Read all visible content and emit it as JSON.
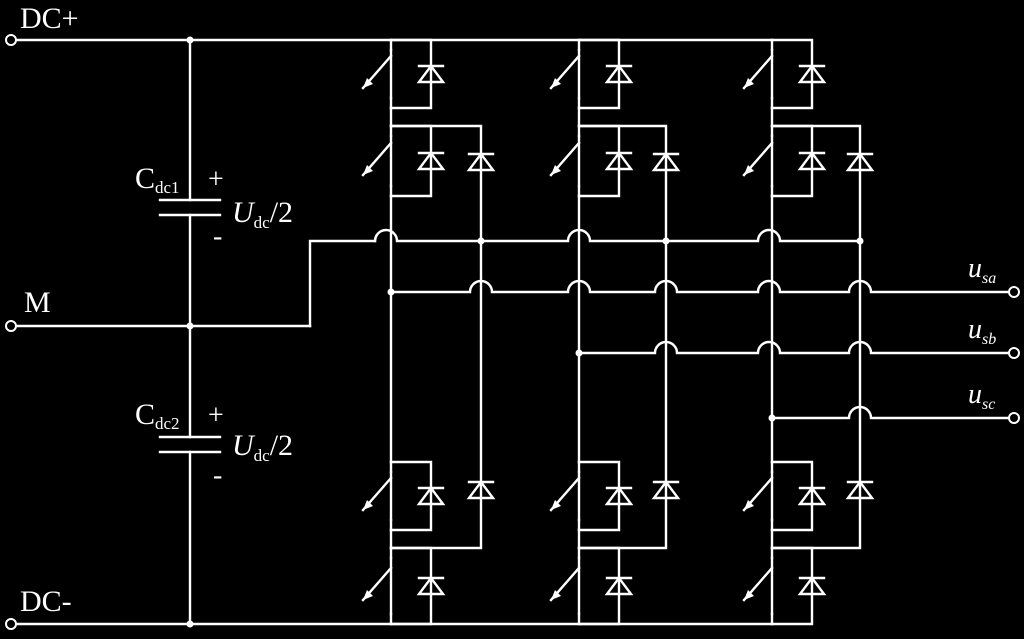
{
  "terminals": {
    "dc_plus": "DC+",
    "mid": "M",
    "dc_minus": "DC-"
  },
  "capacitors": [
    {
      "letter": "C",
      "sub": "dc1",
      "plus": "+",
      "minus": "-",
      "volt_var": "U",
      "volt_sub": "dc",
      "volt_suffix": "/2"
    },
    {
      "letter": "C",
      "sub": "dc2",
      "plus": "+",
      "minus": "-",
      "volt_var": "U",
      "volt_sub": "dc",
      "volt_suffix": "/2"
    }
  ],
  "outputs": [
    {
      "var": "u",
      "sub": "sa"
    },
    {
      "var": "u",
      "sub": "sb"
    },
    {
      "var": "u",
      "sub": "sc"
    }
  ],
  "colors": {
    "background": "#000000",
    "line": "#ffffff"
  }
}
